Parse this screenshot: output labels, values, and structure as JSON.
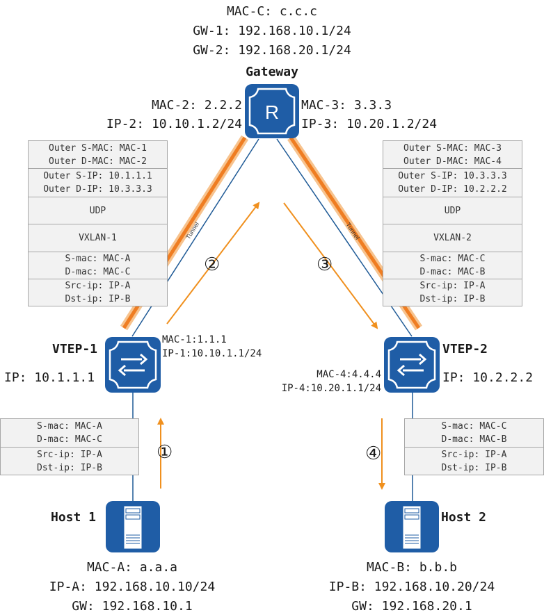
{
  "top_labels": {
    "mac_c": "MAC-C: c.c.c",
    "gw1": "GW-1: 192.168.10.1/24",
    "gw2": "GW-2: 192.168.20.1/24"
  },
  "gateway": {
    "title": "Gateway",
    "icon_letter": "R",
    "left_mac": "MAC-2: 2.2.2",
    "left_ip": "IP-2: 10.10.1.2/24",
    "right_mac": "MAC-3: 3.3.3",
    "right_ip": "IP-3: 10.20.1.2/24"
  },
  "vtep1": {
    "title": "VTEP-1",
    "ip": "IP: 10.1.1.1",
    "mac": "MAC-1:1.1.1",
    "iface_ip": "IP-1:10.10.1.1/24"
  },
  "vtep2": {
    "title": "VTEP-2",
    "ip": "IP: 10.2.2.2",
    "mac": "MAC-4:4.4.4",
    "iface_ip": "IP-4:10.20.1.1/24"
  },
  "host1": {
    "title": "Host 1",
    "mac": "MAC-A: a.a.a",
    "ip": "IP-A: 192.168.10.10/24",
    "gw": "GW: 192.168.10.1"
  },
  "host2": {
    "title": "Host 2",
    "mac": "MAC-B: b.b.b",
    "ip": "IP-B: 192.168.10.20/24",
    "gw": "GW: 192.168.20.1"
  },
  "tunnel_label": "Tunnel",
  "steps": [
    "①",
    "②",
    "③",
    "④"
  ],
  "left_packet": {
    "outer_mac": [
      "Outer S-MAC: MAC-1",
      "Outer D-MAC: MAC-2"
    ],
    "outer_ip": [
      "Outer S-IP: 10.1.1.1",
      "Outer D-IP: 10.3.3.3"
    ],
    "udp": "UDP",
    "vxlan": "VXLAN-1",
    "inner_mac": [
      "S-mac: MAC-A",
      "D-mac: MAC-C"
    ],
    "inner_ip": [
      "Src-ip: IP-A",
      "Dst-ip: IP-B"
    ]
  },
  "right_packet": {
    "outer_mac": [
      "Outer S-MAC: MAC-3",
      "Outer D-MAC: MAC-4"
    ],
    "outer_ip": [
      "Outer S-IP: 10.3.3.3",
      "Outer D-IP: 10.2.2.2"
    ],
    "udp": "UDP",
    "vxlan": "VXLAN-2",
    "inner_mac": [
      "S-mac: MAC-C",
      "D-mac: MAC-B"
    ],
    "inner_ip": [
      "Src-ip: IP-A",
      "Dst-ip: IP-B"
    ]
  },
  "host1_packet": {
    "mac": [
      "S-mac: MAC-A",
      "D-mac: MAC-C"
    ],
    "ip": [
      "Src-ip: IP-A",
      "Dst-ip: IP-B"
    ]
  },
  "host2_packet": {
    "mac": [
      "S-mac: MAC-C",
      "D-mac: MAC-B"
    ],
    "ip": [
      "Src-ip: IP-A",
      "Dst-ip: IP-B"
    ]
  },
  "colors": {
    "link": "#1f5a96",
    "device": "#1f5da6",
    "arrow": "#f0901e",
    "tunnel": "#f28a2e",
    "header_fill": "#f2f2f2",
    "header_border": "#a6a6a6"
  },
  "icons": {
    "gateway": "router-icon",
    "vtep": "switch-icon",
    "host": "server-icon"
  }
}
